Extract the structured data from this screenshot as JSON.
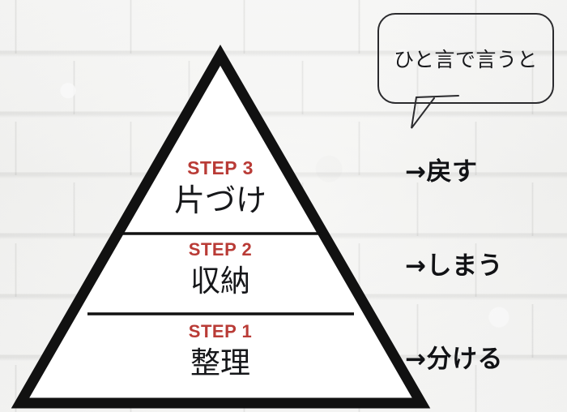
{
  "background": {
    "style": "white-brick-wall",
    "base_color": "#f7f7f6",
    "mortar_color": "#959593"
  },
  "speech_bubble": {
    "text": "ひと言で言うと",
    "border_color": "#2b2b2e",
    "text_color": "#17181b"
  },
  "pyramid": {
    "outline_color": "#111111",
    "fill_color": "#ffffff",
    "divider_color": "#111111",
    "tiers": [
      {
        "id": "tier-3",
        "step_label": "STEP 3",
        "japanese": "片づけ",
        "step_color": "#b93b36",
        "japanese_color": "#16171a"
      },
      {
        "id": "tier-2",
        "step_label": "STEP 2",
        "japanese": "収納",
        "step_color": "#b93b36",
        "japanese_color": "#16171a"
      },
      {
        "id": "tier-1",
        "step_label": "STEP 1",
        "japanese": "整理",
        "step_color": "#b93b36",
        "japanese_color": "#16171a"
      }
    ]
  },
  "phrases": [
    {
      "id": "phrase-3",
      "text": "→戻す"
    },
    {
      "id": "phrase-2",
      "text": "→しまう"
    },
    {
      "id": "phrase-1",
      "text": "→分ける"
    }
  ]
}
